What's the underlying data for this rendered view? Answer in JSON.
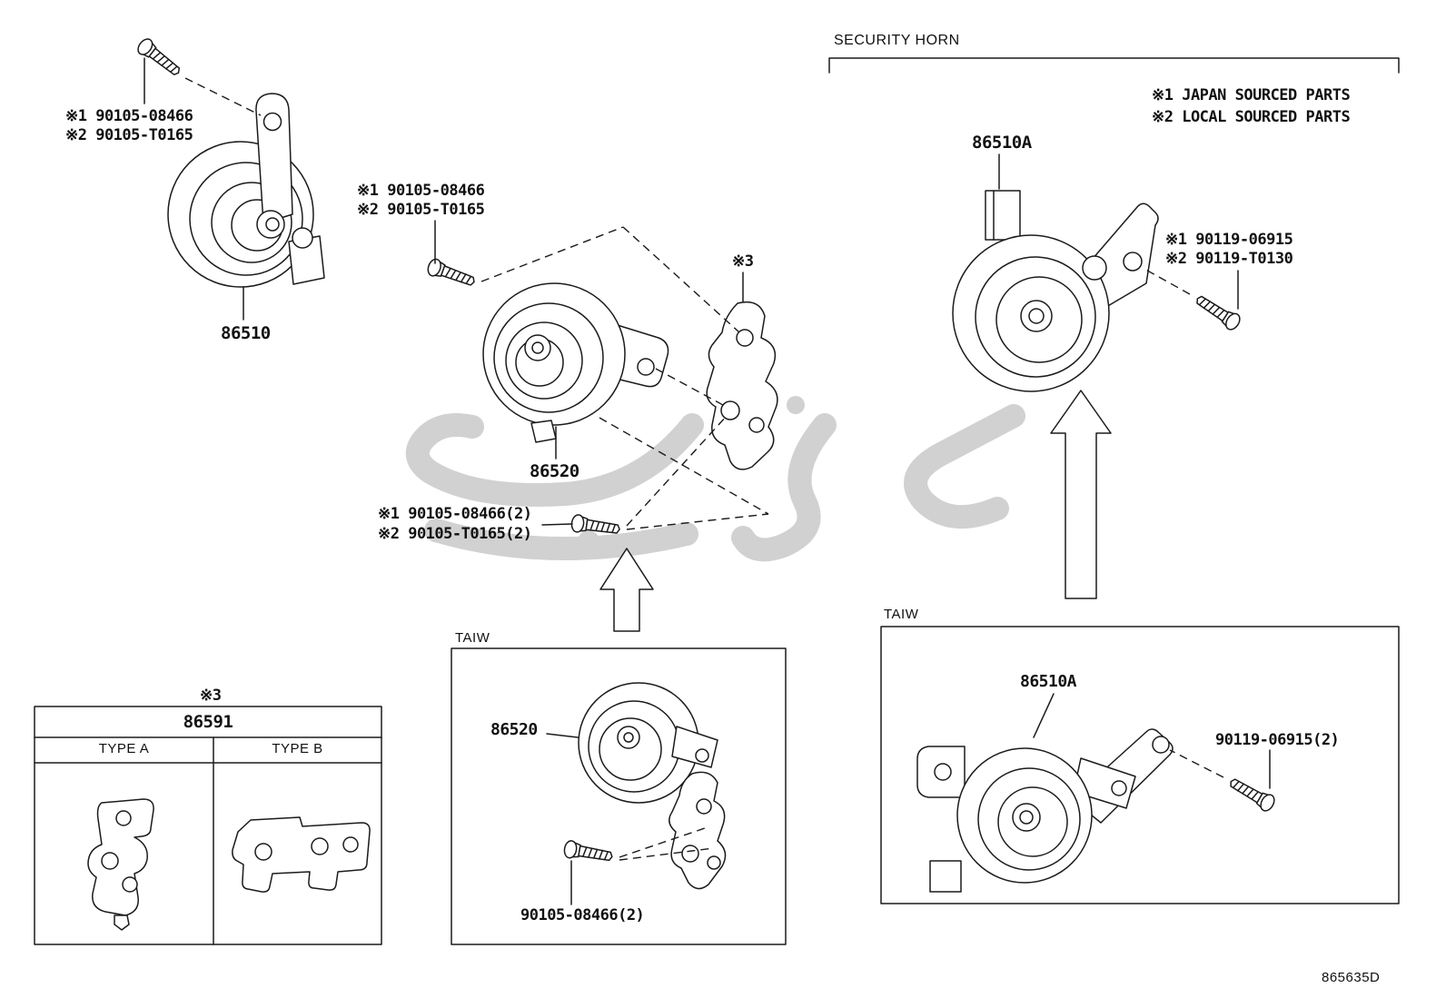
{
  "page": {
    "doc_code": "865635D",
    "background": "#ffffff",
    "line_color": "#1b1b1b",
    "watermark_color": "#c9c9c9"
  },
  "main_diagram": {
    "horn_86510": {
      "part_label": "86510",
      "bolt_note_1": "※1 90105-08466",
      "bolt_note_2": "※2 90105-T0165"
    },
    "horn_86520": {
      "part_label": "86520",
      "bolt_note_1": "※1 90105-08466",
      "bolt_note_2": "※2 90105-T0165",
      "bolt2_note_1": "※1 90105-08466(2)",
      "bolt2_note_2": "※2 90105-T0165(2)",
      "bracket_ref": "※3"
    }
  },
  "security_horn": {
    "title": "SECURITY HORN",
    "source_note_1": "※1 JAPAN SOURCED PARTS",
    "source_note_2": "※2 LOCAL SOURCED PARTS",
    "part_label": "86510A",
    "bolt_note_1": "※1 90119-06915",
    "bolt_note_2": "※2 90119-T0130"
  },
  "taiw_variant_86520": {
    "region_label": "TAIW",
    "part_label": "86520",
    "bolt_label": "90105-08466(2)"
  },
  "taiw_variant_86510a": {
    "region_label": "TAIW",
    "part_label": "86510A",
    "bolt_label": "90119-06915(2)"
  },
  "bracket_table": {
    "ref": "※3",
    "part_label": "86591",
    "col_a": "TYPE A",
    "col_b": "TYPE B"
  }
}
